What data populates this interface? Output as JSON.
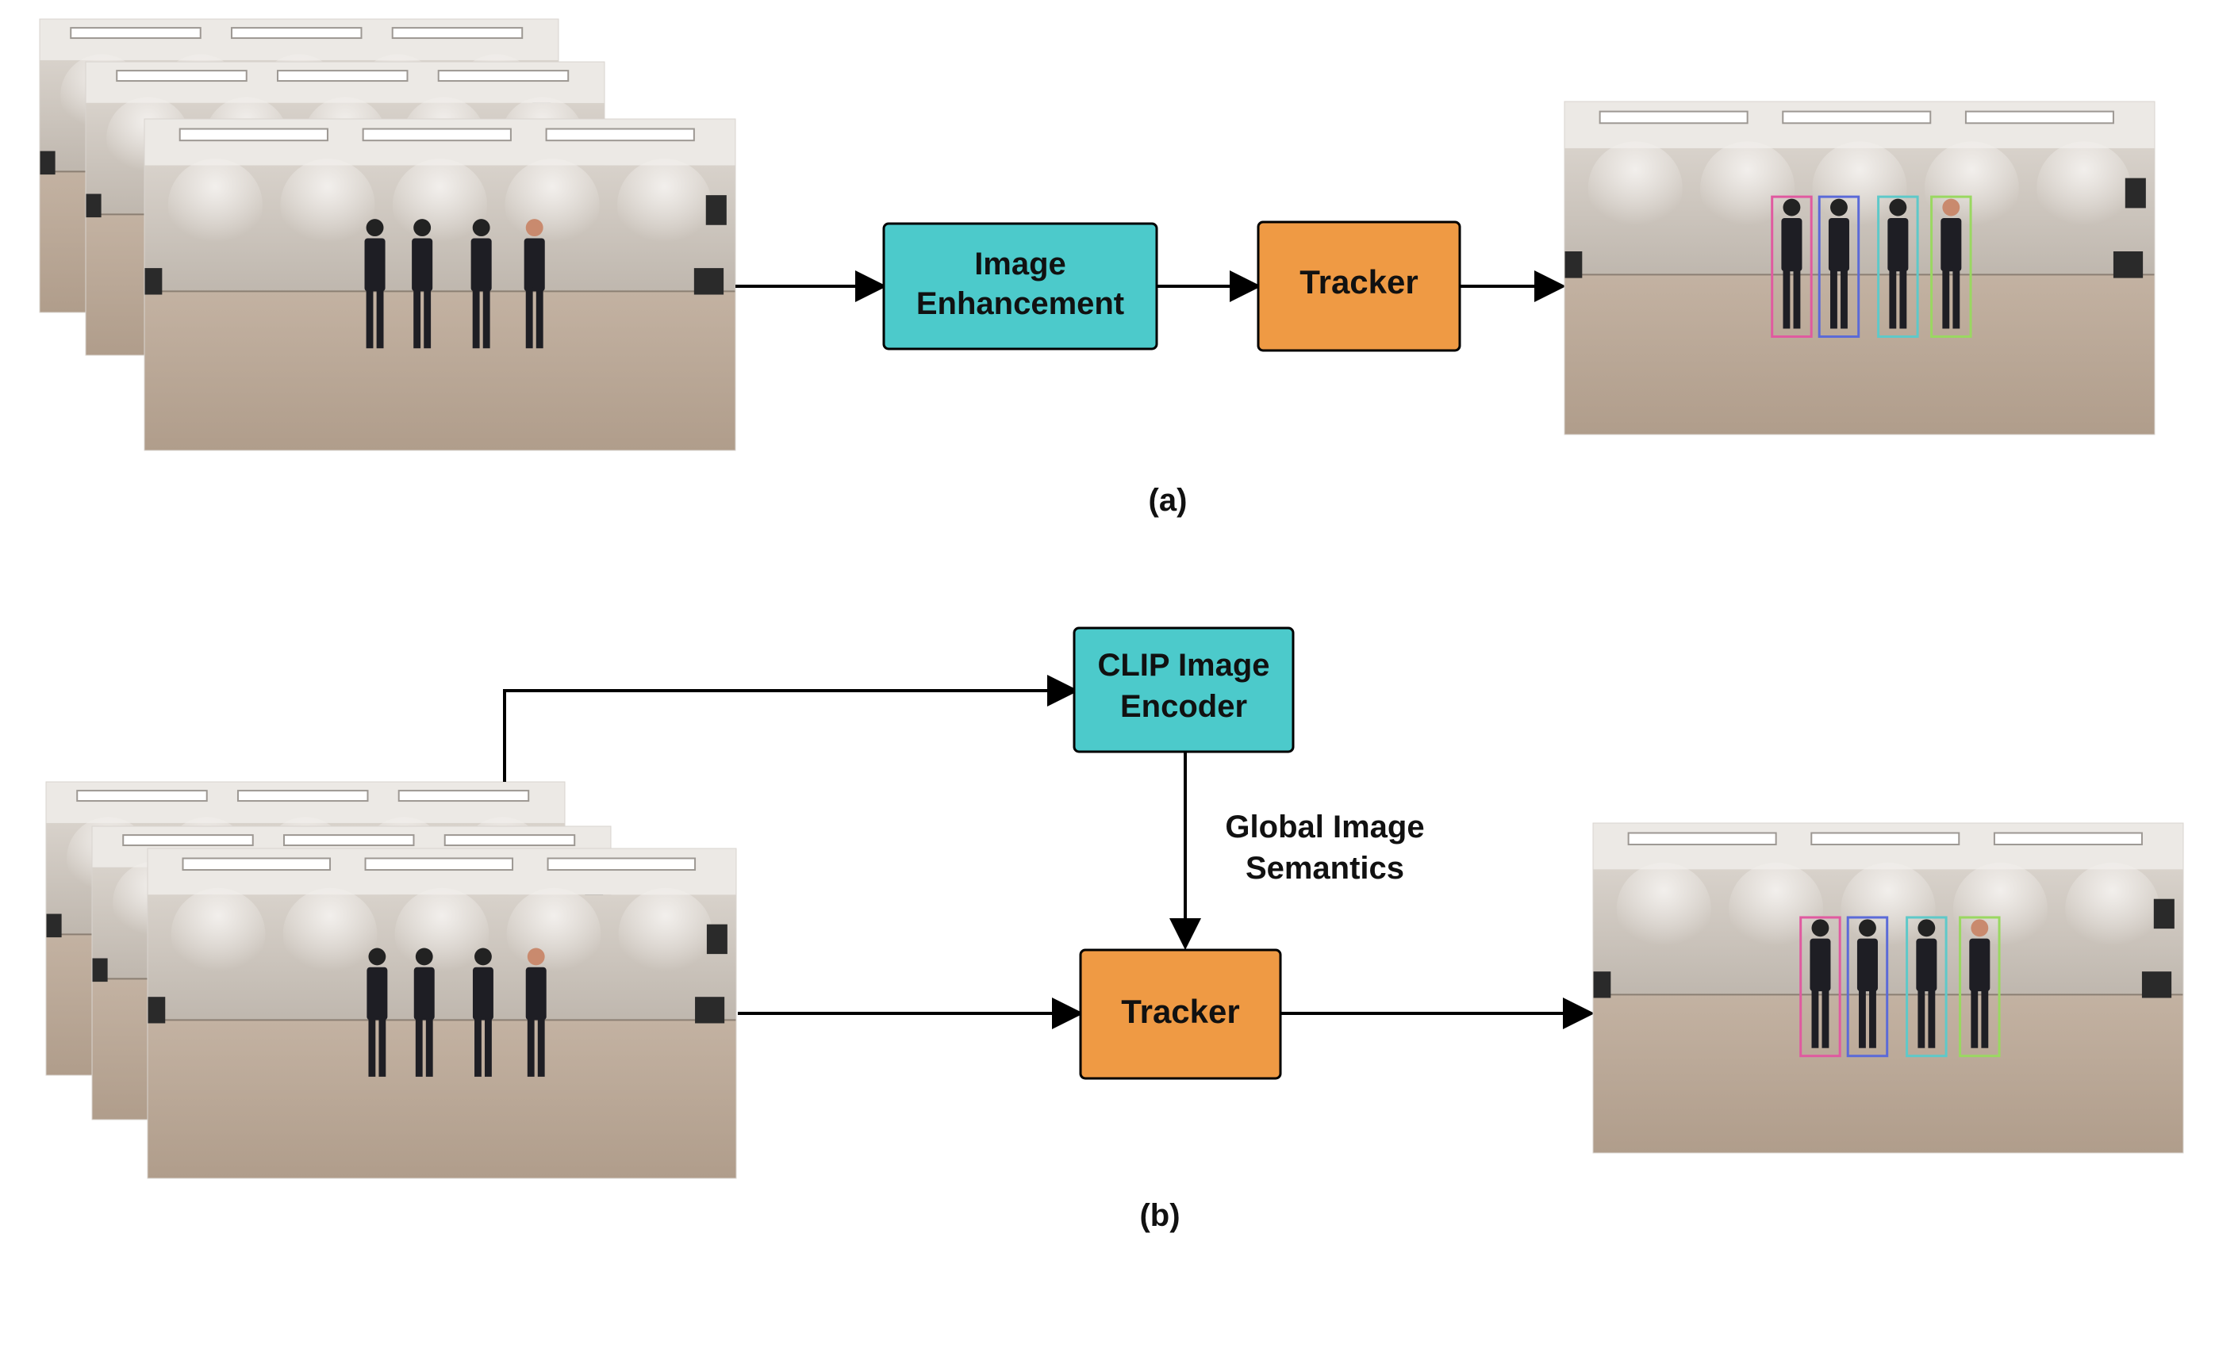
{
  "colors": {
    "enhancement_box": "#4ccacb",
    "clip_box": "#4ccacb",
    "tracker_box": "#ef9a44",
    "wall": "#c8c0b8",
    "floor": "#b9a797",
    "ceiling": "#ece9e5",
    "figure": "#1e1e24",
    "track_colors": [
      "#e05aa0",
      "#5b6ad8",
      "#5ec9c9",
      "#9ad861"
    ]
  },
  "panel_a": {
    "caption": "(a)",
    "enhancement": {
      "line1": "Image",
      "line2": "Enhancement"
    },
    "tracker": {
      "label": "Tracker"
    }
  },
  "panel_b": {
    "caption": "(b)",
    "clip": {
      "line1": "CLIP Image",
      "line2": "Encoder"
    },
    "semantics": {
      "line1": "Global Image",
      "line2": "Semantics"
    },
    "tracker": {
      "label": "Tracker"
    }
  }
}
